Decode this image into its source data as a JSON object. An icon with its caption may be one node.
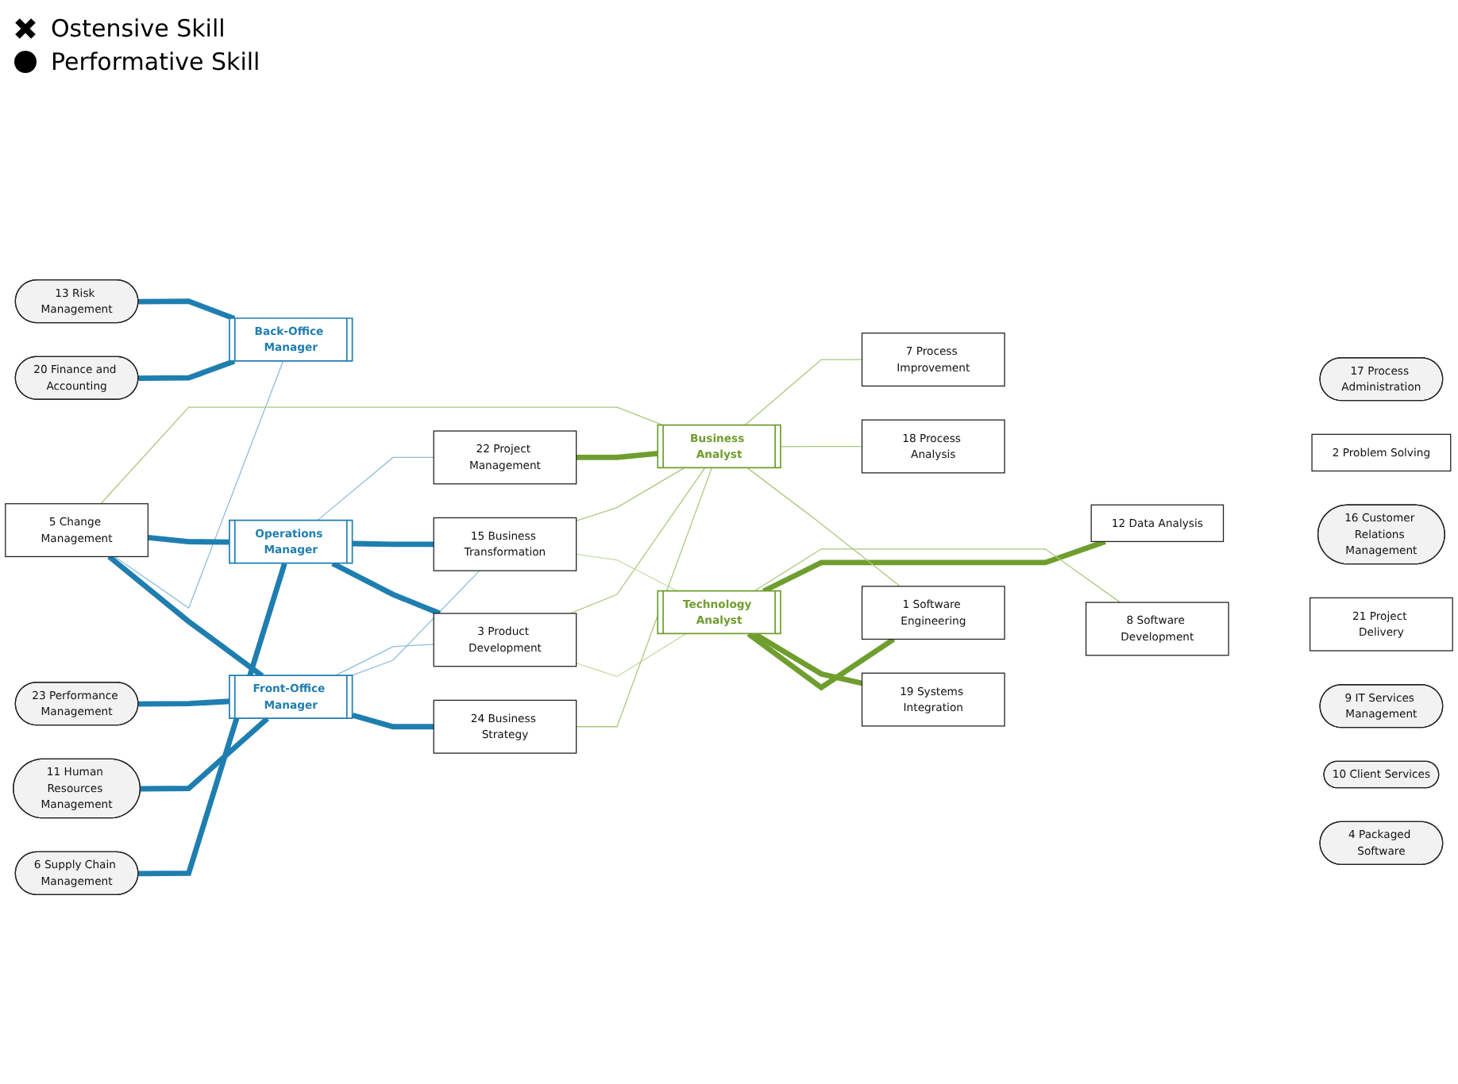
{
  "diagram": {
    "nodes": [
      {
        "text": [
          "4 Packaged Software"
        ]
      },
      {
        "text": [
          "10 Client Services"
        ]
      },
      {
        "text": [
          "11 Human Resources Management"
        ]
      },
      {
        "text": [
          "19 Systems Integration"
        ]
      },
      {
        "text": [
          "9 IT Services Management"
        ]
      },
      {
        "text": [
          "1 Software Engineering"
        ]
      },
      {
        "text": [
          "Technology Analyst"
        ]
      },
      {
        "text": [
          "Front-Office Manager"
        ]
      },
      {
        "text": [
          "3 Product Development"
        ]
      },
      {
        "text": [
          "21 Project Delivery"
        ]
      },
      {
        "text": [
          "16 Customer Relations Management"
        ]
      },
      {
        "text": [
          "15 Business Transformation"
        ]
      },
      {
        "text": [
          "8 Software Development"
        ]
      },
      {
        "text": [
          "Back-Office Manager"
        ]
      },
      {
        "text": [
          "24 Business Strategy"
        ]
      },
      {
        "text": [
          "Business Analyst"
        ]
      },
      {
        "text": [
          "20 Finance and Accounting"
        ]
      },
      {
        "text": [
          "18 Process Analysis"
        ]
      },
      {
        "text": [
          "13 Risk Management"
        ]
      },
      {
        "text": [
          "22 Project Management"
        ]
      },
      {
        "text": [
          "Operations Manager"
        ]
      },
      {
        "text": [
          "5 Change Management"
        ]
      },
      {
        "text": [
          "12 Data Analysis"
        ]
      },
      {
        "text": [
          "23 Performance Management"
        ]
      },
      {
        "text": [
          "6 Supply Chain Management"
        ]
      },
      {
        "text": [
          "2 Problem Solving"
        ]
      },
      {
        "text": [
          "17 Process Administration"
        ]
      },
      {
        "text": [
          "7 Process Improvement"
        ]
      }
    ],
    "edges": [
      {
        "from": 7,
        "to": 2,
        "arrow": "none",
        "style": "thick",
        "color": "#1f7eb0"
      },
      {
        "from": 7,
        "to": 23,
        "arrow": "none",
        "style": "thick",
        "color": "#1f7eb0"
      },
      {
        "from": 7,
        "to": 14,
        "arrow": "none",
        "style": "thick",
        "color": "#1f7eb0"
      },
      {
        "from": 7,
        "to": 21,
        "arrow": "none",
        "style": "thick",
        "color": "#1f7eb0"
      },
      {
        "from": 7,
        "to": 11,
        "arrow": "none",
        "color": "#8dbcd9"
      },
      {
        "from": 7,
        "to": 8,
        "arrow": "none",
        "color": "#8dbcd9"
      },
      {
        "from": 13,
        "to": 16,
        "arrow": "none",
        "style": "thick",
        "color": "#1f7eb0"
      },
      {
        "from": 13,
        "to": 18,
        "arrow": "none",
        "style": "thick",
        "color": "#1f7eb0"
      },
      {
        "from": 13,
        "to": 21,
        "arrow": "none",
        "color": "#8dbcd9"
      },
      {
        "from": 20,
        "to": 8,
        "arrow": "none",
        "style": "thick",
        "color": "#1f7eb0"
      },
      {
        "from": 20,
        "to": 11,
        "arrow": "none",
        "style": "thick",
        "color": "#1f7eb0"
      },
      {
        "from": 20,
        "to": 21,
        "arrow": "none",
        "style": "thick",
        "color": "#1f7eb0"
      },
      {
        "from": 20,
        "to": 24,
        "arrow": "none",
        "style": "thick",
        "color": "#1f7eb0"
      },
      {
        "from": 20,
        "to": 19,
        "arrow": "none",
        "color": "#8dbcd9"
      },
      {
        "from": 6,
        "to": 5,
        "arrow": "none",
        "style": "thick",
        "color": "#6f9e2f"
      },
      {
        "from": 6,
        "to": 3,
        "arrow": "none",
        "style": "thick",
        "color": "#6f9e2f"
      },
      {
        "from": 6,
        "to": 22,
        "arrow": "none",
        "style": "thick",
        "color": "#6f9e2f"
      },
      {
        "from": 6,
        "to": 12,
        "arrow": "none",
        "color": "#a9c97a"
      },
      {
        "from": 6,
        "to": 11,
        "arrow": "none",
        "color": "#c7dcaa"
      },
      {
        "from": 6,
        "to": 8,
        "arrow": "none",
        "color": "#c7dcaa"
      },
      {
        "from": 15,
        "to": 19,
        "arrow": "none",
        "style": "thick",
        "color": "#6f9e2f"
      },
      {
        "from": 15,
        "to": 8,
        "arrow": "none",
        "color": "#a9c97a"
      },
      {
        "from": 15,
        "to": 14,
        "arrow": "none",
        "color": "#a9c97a"
      },
      {
        "from": 15,
        "to": 21,
        "arrow": "none",
        "color": "#a9c97a"
      },
      {
        "from": 15,
        "to": 5,
        "arrow": "none",
        "color": "#a9c97a"
      },
      {
        "from": 15,
        "to": 11,
        "arrow": "none",
        "color": "#a9c97a"
      },
      {
        "from": 15,
        "to": 17,
        "arrow": "none",
        "color": "#a9c97a"
      },
      {
        "from": 15,
        "to": 27,
        "arrow": "none",
        "color": "#a9c97a"
      }
    ],
    "legend": [
      {
        "text": "Ostensive Skill"
      },
      {
        "text": "Performative Skill"
      }
    ]
  }
}
